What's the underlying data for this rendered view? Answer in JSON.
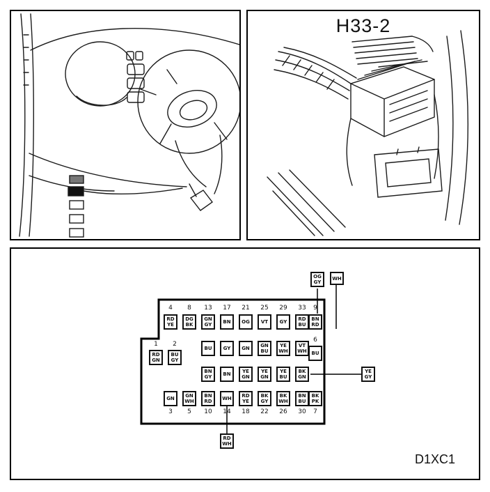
{
  "figure": {
    "connector_label": "H33-2",
    "diagram_id": "D1XC1"
  },
  "pinout": {
    "top_row": [
      {
        "pin": "4",
        "lines": [
          "RD",
          "YE"
        ]
      },
      {
        "pin": "8",
        "lines": [
          "DG",
          "BK"
        ]
      },
      {
        "pin": "13",
        "lines": [
          "GN",
          "GY"
        ]
      },
      {
        "pin": "17",
        "lines": [
          "BN"
        ]
      },
      {
        "pin": "21",
        "lines": [
          "OG"
        ]
      },
      {
        "pin": "25",
        "lines": [
          "VT"
        ]
      },
      {
        "pin": "29",
        "lines": [
          "GY"
        ]
      },
      {
        "pin": "33",
        "lines": [
          "RD",
          "BU"
        ]
      },
      {
        "pin": "9",
        "lines": [
          "BN",
          "RD"
        ]
      }
    ],
    "left_block": [
      {
        "pin": "1",
        "lines": [
          "RD",
          "GN"
        ]
      },
      {
        "pin": "2",
        "lines": [
          "BU",
          "GY"
        ]
      }
    ],
    "middle_row": [
      {
        "lines": [
          "BU"
        ]
      },
      {
        "lines": [
          "GY"
        ]
      },
      {
        "lines": [
          "GN"
        ]
      },
      {
        "lines": [
          "GN",
          "BU"
        ]
      },
      {
        "lines": [
          "YE",
          "WH"
        ]
      },
      {
        "lines": [
          "VT",
          "WH"
        ]
      }
    ],
    "pin6": {
      "pin": "6",
      "lines": [
        "BU"
      ]
    },
    "third_row": [
      {
        "lines": [
          "BN",
          "GY"
        ]
      },
      {
        "lines": [
          "BN"
        ]
      },
      {
        "lines": [
          "YE",
          "GN"
        ]
      },
      {
        "lines": [
          "YE",
          "GN"
        ]
      },
      {
        "lines": [
          "YE",
          "BU"
        ]
      },
      {
        "lines": [
          "BK",
          "GN"
        ]
      }
    ],
    "bottom_row": [
      {
        "pin": "3",
        "lines": [
          "GN"
        ]
      },
      {
        "pin": "5",
        "lines": [
          "GN",
          "WH"
        ]
      },
      {
        "pin": "10",
        "lines": [
          "BN",
          "RD"
        ]
      },
      {
        "pin": "14",
        "lines": [
          "WH"
        ]
      },
      {
        "pin": "18",
        "lines": [
          "RD",
          "YE"
        ]
      },
      {
        "pin": "22",
        "lines": [
          "BK",
          "GY"
        ]
      },
      {
        "pin": "26",
        "lines": [
          "BK",
          "WH"
        ]
      },
      {
        "pin": "30",
        "lines": [
          "BN",
          "BU"
        ]
      },
      {
        "pin": "7",
        "lines": [
          "BK",
          "PK"
        ]
      }
    ],
    "callouts": {
      "top_left": {
        "lines": [
          "OG",
          "GY"
        ]
      },
      "top_right": {
        "lines": [
          "WH"
        ]
      },
      "right": {
        "lines": [
          "YE",
          "GY"
        ]
      },
      "bottom": {
        "lines": [
          "RD",
          "WH"
        ]
      }
    }
  }
}
